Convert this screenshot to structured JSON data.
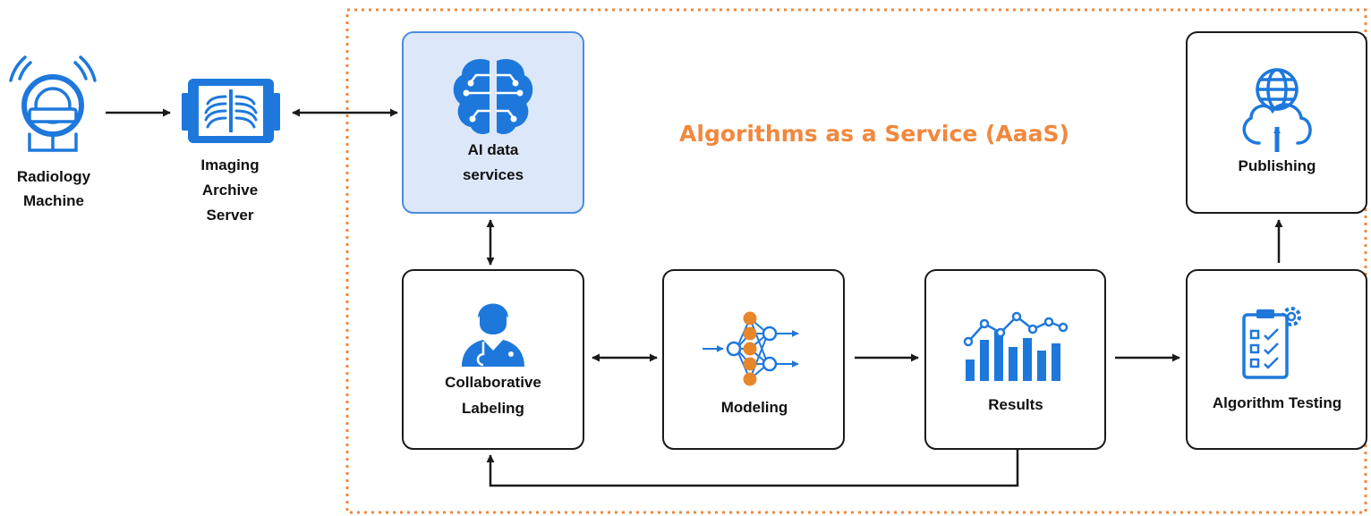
{
  "colors": {
    "accent_orange": "#F0883E",
    "icon_blue": "#1E78DC",
    "node_orange": "#E8862A",
    "ai_box_fill": "#DCE8FA",
    "ai_box_border": "#4A8BE0",
    "box_border": "#1A1A1A",
    "arrow": "#1A1A1A"
  },
  "region_title": "Algorithms as a Service (AaaS)",
  "nodes": {
    "radiology": {
      "line1": "Radiology",
      "line2": "Machine",
      "icon": "mri-scanner-icon"
    },
    "archive": {
      "line1": "Imaging",
      "line2": "Archive",
      "line3": "Server",
      "icon": "xray-monitor-icon"
    },
    "ai": {
      "line1": "AI data",
      "line2": "services",
      "icon": "brain-circuit-icon"
    },
    "labeling": {
      "line1": "Collaborative",
      "line2": "Labeling",
      "icon": "doctor-icon"
    },
    "modeling": {
      "line1": "Modeling",
      "icon": "neural-network-icon"
    },
    "results": {
      "line1": "Results",
      "icon": "bar-line-chart-icon"
    },
    "testing": {
      "line1": "Algorithm Testing",
      "icon": "clipboard-gear-icon"
    },
    "publishing": {
      "line1": "Publishing",
      "icon": "cloud-upload-globe-icon"
    }
  }
}
